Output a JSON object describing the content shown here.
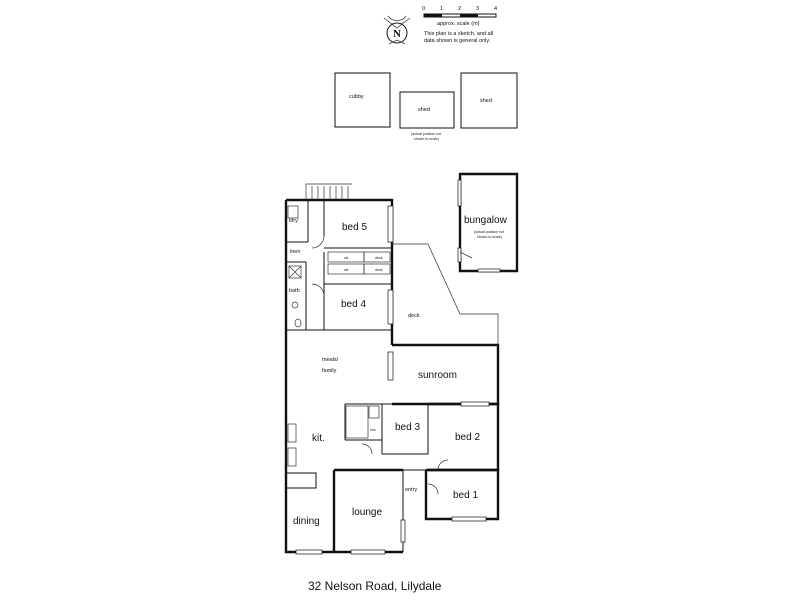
{
  "title": "32 Nelson Road, Lilydale",
  "scale": {
    "ticks": [
      "0",
      "1",
      "2",
      "3",
      "4"
    ],
    "caption": "approx. scale (m)",
    "note_line1": "This plan is a sketch, and all",
    "note_line2": "data shown is general only."
  },
  "compass": {
    "letter": "N",
    "icon": "north-arrow-icon"
  },
  "outbuildings": {
    "cubby": "cubby",
    "shed_small": "shed",
    "shed_large": "shed",
    "shed_note_line1": "(actual position not",
    "shed_note_line2": "shown to scale)",
    "bungalow": "bungalow",
    "bungalow_note_line1": "(actual position not",
    "bungalow_note_line2": "shown to scale)"
  },
  "rooms": {
    "ldry": "ldry",
    "bed5": "bed 5",
    "linen": "lnen",
    "bath": "bath",
    "wir_top": "wir",
    "wir_bottom": "wir",
    "desk_top": "desk",
    "desk_bottom": "desk",
    "bed4": "bed 4",
    "deck": "deck",
    "meals_line1": "meals/",
    "meals_line2": "family",
    "sunroom": "sunroom",
    "kit": "kit.",
    "ens": "ens",
    "bed3": "bed 3",
    "bed2": "bed 2",
    "entry": "entry",
    "bed1": "bed 1",
    "lounge": "lounge",
    "dining": "dining"
  }
}
